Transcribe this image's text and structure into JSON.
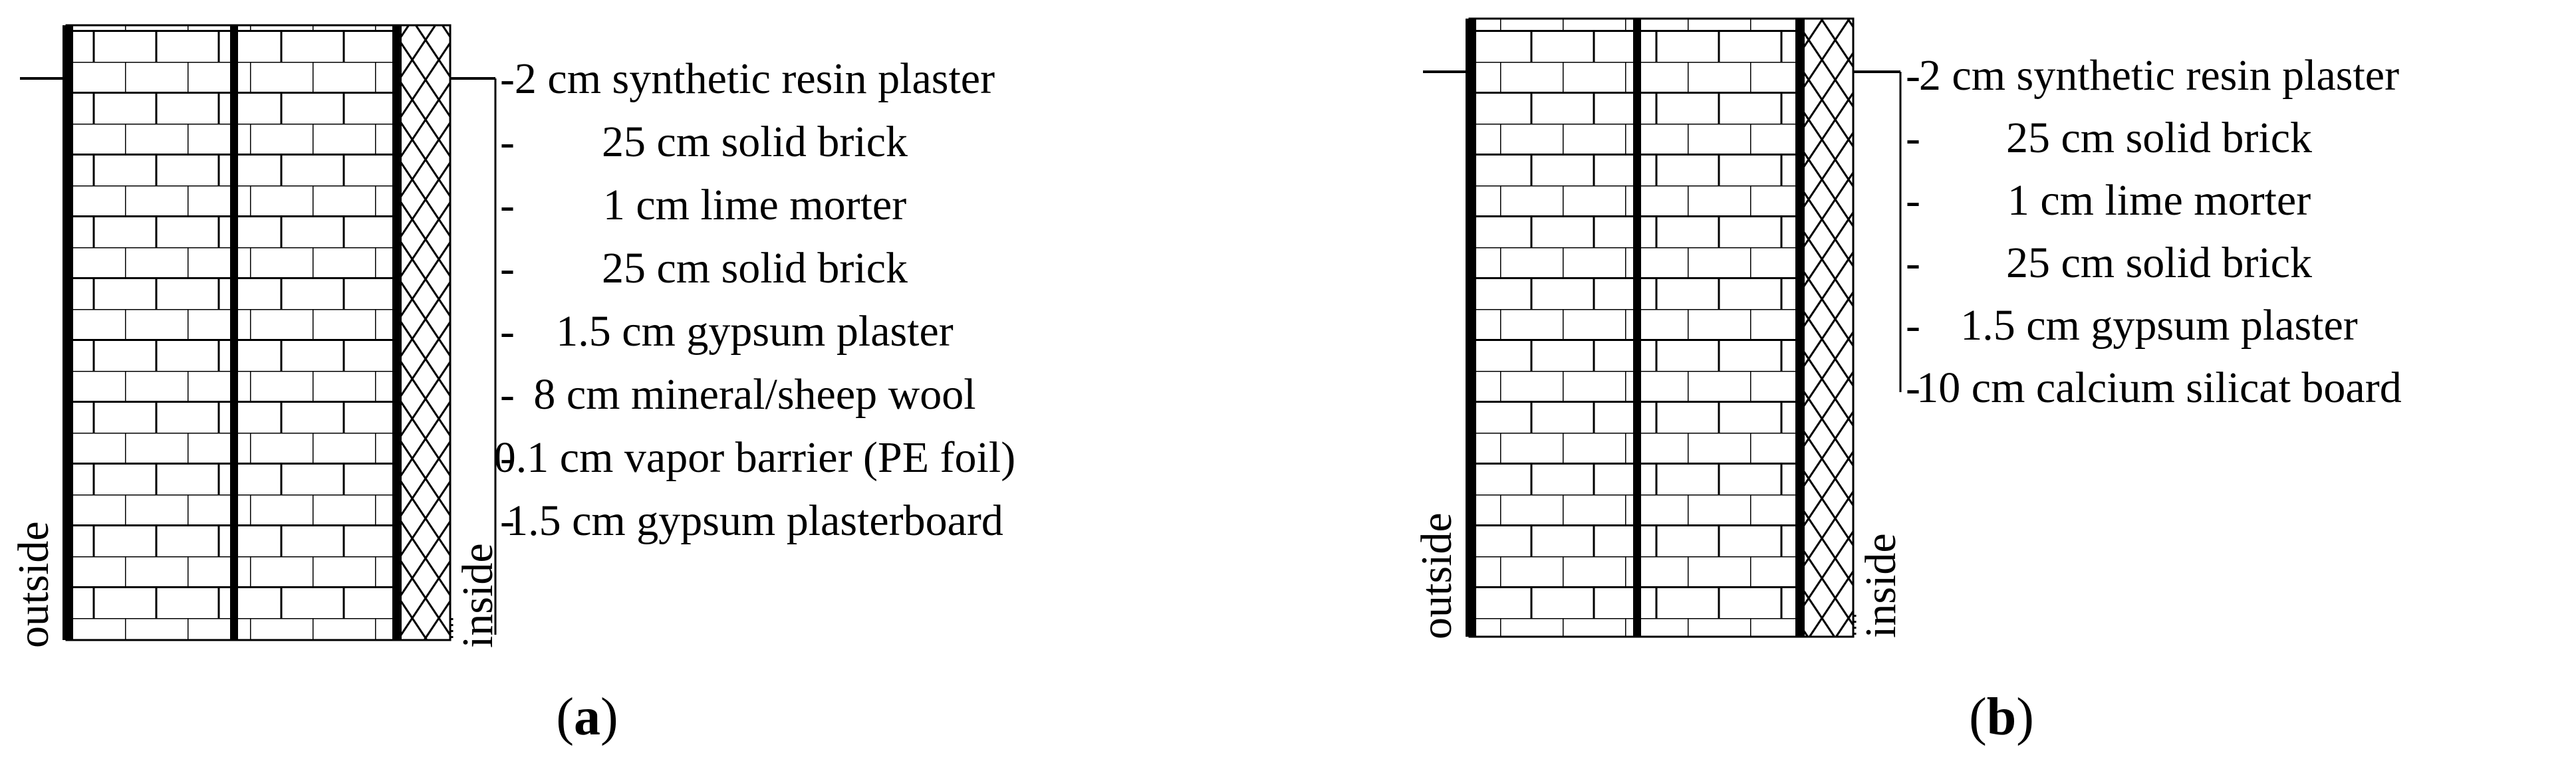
{
  "panels": [
    {
      "id": "a",
      "label_open": "(",
      "label_letter": "a",
      "label_close": ")",
      "outside_label": "outside",
      "inside_label": "inside",
      "layers": [
        {
          "dash": "-",
          "text": "2 cm synthetic resin plaster"
        },
        {
          "dash": "-",
          "text": "25 cm solid brick"
        },
        {
          "dash": "-",
          "text": "1 cm lime morter"
        },
        {
          "dash": "-",
          "text": "25 cm solid brick"
        },
        {
          "dash": "-",
          "text": "1.5 cm gypsum plaster"
        },
        {
          "dash": "-",
          "text": "8 cm mineral/sheep wool"
        },
        {
          "dash": "-",
          "text": "0.1 cm vapor barrier (PE foil)"
        },
        {
          "dash": "-",
          "text": "1.5 cm gypsum plasterboard"
        }
      ]
    },
    {
      "id": "b",
      "label_open": "(",
      "label_letter": "b",
      "label_close": ")",
      "outside_label": "outside",
      "inside_label": "inside",
      "layers": [
        {
          "dash": "-",
          "text": "2 cm synthetic resin plaster"
        },
        {
          "dash": "-",
          "text": "25 cm solid brick"
        },
        {
          "dash": "-",
          "text": "1 cm lime morter"
        },
        {
          "dash": "-",
          "text": "25 cm solid brick"
        },
        {
          "dash": "-",
          "text": "1.5 cm gypsum plaster"
        },
        {
          "dash": "-",
          "text": "10 cm calcium silicat board"
        }
      ]
    }
  ]
}
